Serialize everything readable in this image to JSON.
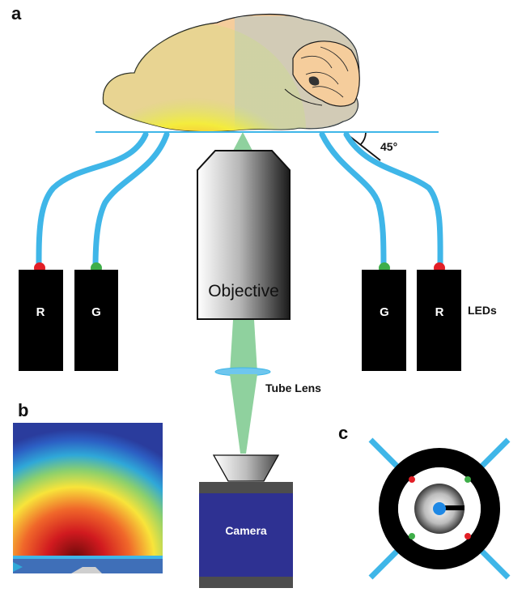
{
  "panels": {
    "a": "a",
    "b": "b",
    "c": "c"
  },
  "labels": {
    "angle": "45°",
    "objective": "Objective",
    "tube_lens": "Tube Lens",
    "camera": "Camera",
    "leds": "LEDs"
  },
  "leds": [
    {
      "letter": "R",
      "color": "#e21f26"
    },
    {
      "letter": "G",
      "color": "#3fae49"
    },
    {
      "letter": "G",
      "color": "#3fae49"
    },
    {
      "letter": "R",
      "color": "#e21f26"
    }
  ],
  "colors": {
    "fiber": "#3fb6e8",
    "brain_tissue": "#f5cd9c",
    "led_body": "#000000",
    "light_path": "#8fd19e",
    "camera_body": "#2e3192"
  }
}
